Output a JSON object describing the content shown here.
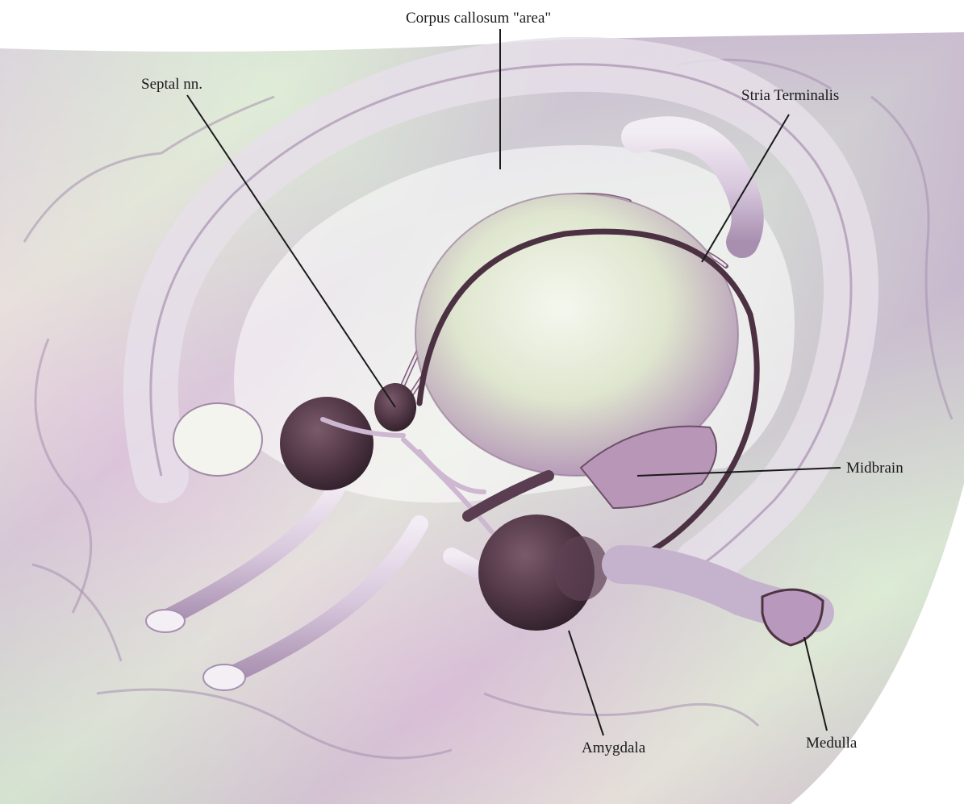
{
  "labels": {
    "corpus_callosum": "Corpus callosum \"area\"",
    "septal_nn": "Septal nn.",
    "stria_terminalis": "Stria Terminalis",
    "midbrain": "Midbrain",
    "amygdala": "Amygdala",
    "medulla": "Medulla"
  },
  "colors": {
    "background": "#ffffff",
    "leader_line": "#1a1a1a",
    "wash_lavender": "#c9b4d6",
    "wash_mint": "#cfe6c8",
    "wash_pink": "#e3c2d6",
    "nucleus_dark": "#4e3442"
  }
}
